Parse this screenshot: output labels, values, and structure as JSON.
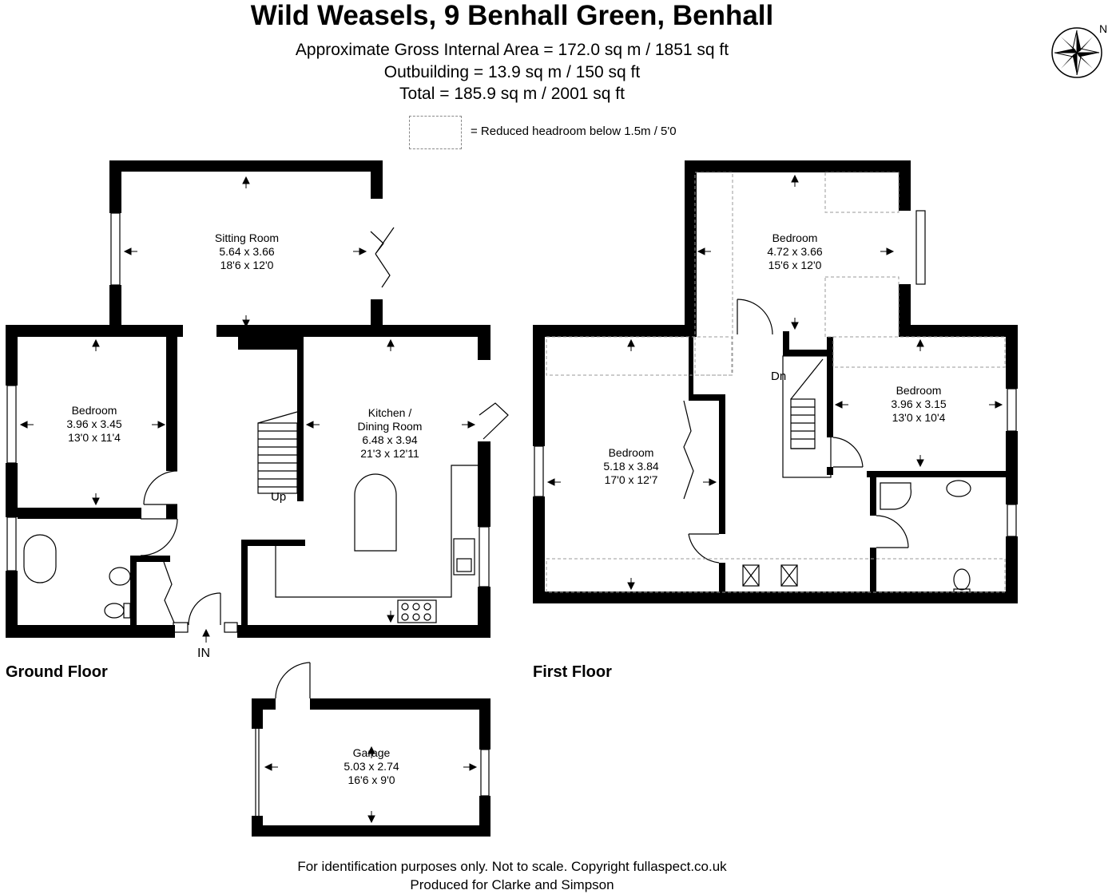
{
  "header": {
    "title": "Wild Weasels, 9 Benhall Green, Benhall",
    "gross_area": "Approximate Gross Internal Area = 172.0 sq m / 1851 sq ft",
    "outbuilding": "Outbuilding = 13.9 sq m / 150 sq ft",
    "total": "Total = 185.9 sq m / 2001 sq ft"
  },
  "legend": {
    "text": "= Reduced headroom below 1.5m / 5'0"
  },
  "compass": {
    "label": "N"
  },
  "ground_floor": {
    "label": "Ground Floor",
    "sitting_room": {
      "name": "Sitting Room",
      "metric": "5.64 x 3.66",
      "imperial": "18'6 x 12'0"
    },
    "bedroom": {
      "name": "Bedroom",
      "metric": "3.96 x 3.45",
      "imperial": "13'0 x 11'4"
    },
    "kitchen": {
      "name": "Kitchen /",
      "name2": "Dining Room",
      "metric": "6.48 x 3.94",
      "imperial": "21'3 x 12'11"
    },
    "stairs_label": "Up",
    "entrance_label": "IN"
  },
  "first_floor": {
    "label": "First Floor",
    "bedroom_top": {
      "name": "Bedroom",
      "metric": "4.72 x 3.66",
      "imperial": "15'6 x 12'0"
    },
    "bedroom_left": {
      "name": "Bedroom",
      "metric": "5.18 x 3.84",
      "imperial": "17'0 x 12'7"
    },
    "bedroom_right": {
      "name": "Bedroom",
      "metric": "3.96 x 3.15",
      "imperial": "13'0 x 10'4"
    },
    "stairs_label": "Dn"
  },
  "garage": {
    "name": "Garage",
    "metric": "5.03 x 2.74",
    "imperial": "16'6 x 9'0"
  },
  "footer": {
    "line1": "For identification purposes only. Not to scale. Copyright fullaspect.co.uk",
    "line2": "Produced for Clarke and Simpson"
  }
}
